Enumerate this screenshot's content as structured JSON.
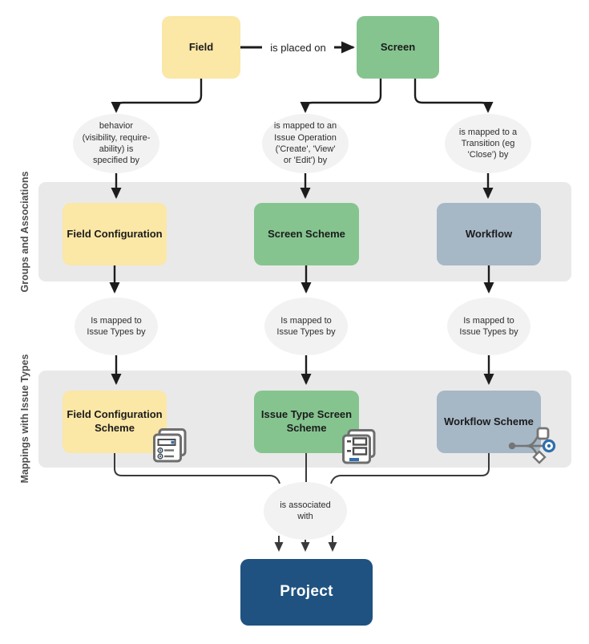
{
  "top": {
    "field": "Field",
    "screen": "Screen",
    "edge_label": "is placed on"
  },
  "ellipses": {
    "behavior": "behavior\n(visibility, require-\nability) is\nspecified by",
    "issue_operation": "is mapped to an\nIssue Operation\n('Create', 'View'\nor 'Edit') by",
    "transition": "is mapped to a\nTransition (eg\n'Close') by",
    "issue_types_1": "Is mapped to\nIssue Types by",
    "issue_types_2": "Is mapped to\nIssue Types by",
    "issue_types_3": "Is mapped to\nIssue Types by",
    "associated": "is associated\nwith"
  },
  "bands": {
    "groups": "Groups and Associations",
    "mappings": "Mappings with Issue Types"
  },
  "nodes": {
    "field_configuration": "Field Configuration",
    "screen_scheme": "Screen Scheme",
    "workflow": "Workflow",
    "field_configuration_scheme": "Field Configuration\nScheme",
    "issue_type_screen_scheme": "Issue Type Screen\nScheme",
    "workflow_scheme": "Workflow Scheme",
    "project": "Project"
  },
  "icons": {
    "field_configuration_scheme": "form-pages-icon",
    "issue_type_screen_scheme": "screen-pages-icon",
    "workflow_scheme": "workflow-branch-icon"
  },
  "colors": {
    "yellow": "#fbe7a6",
    "green": "#85c48f",
    "slate": "#a6b7c6",
    "band_gray": "#e9e9e9",
    "ellipse_gray": "#f2f2f2",
    "project_blue": "#1f5280",
    "connector_black": "#1c1c1c",
    "connector_dark_gray": "#3a3a3a",
    "icon_gray": "#6e6e6e",
    "icon_blue": "#2f6fad"
  }
}
